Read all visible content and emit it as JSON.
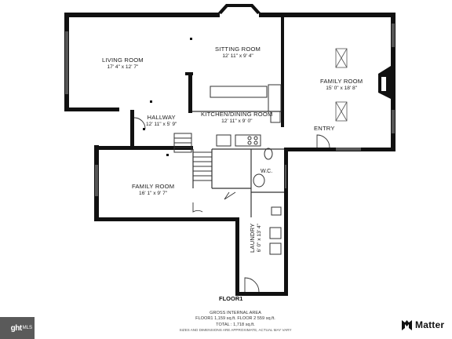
{
  "rooms": {
    "living_room": {
      "name": "LIVING ROOM",
      "dims": "17' 4\" x 12' 7\""
    },
    "sitting_room": {
      "name": "SITTING ROOM",
      "dims": "12' 11\" x 9' 4\""
    },
    "family_room_right": {
      "name": "FAMILY ROOM",
      "dims": "15' 0\" x 18' 8\""
    },
    "hallway": {
      "name": "HALLWAY",
      "dims": "12' 11\" x 5' 9\""
    },
    "kitchen": {
      "name": "KITCHEN/DINING ROOM",
      "dims": "12' 11\" x 9' 0\""
    },
    "entry": {
      "name": "ENTRY"
    },
    "family_room_left": {
      "name": "FAMILY ROOM",
      "dims": "16' 1\" x 9' 7\""
    },
    "wc": {
      "name": "W.C."
    },
    "laundry": {
      "name": "LAUNDRY",
      "dims": "6' 0\" x 13' 4\""
    }
  },
  "floor_label": "FLOOR1",
  "area": {
    "title": "GROSS INTERNAL AREA",
    "floors": "FLOOR1 1,159 sq.ft.   FLOOR 2 559 sq.ft.",
    "total": "TOTAL : 1,718 sq.ft.",
    "disclaimer": "SIZES AND DIMENSIONS ARE APPROXIMATE, ACTUAL MAY VARY"
  },
  "watermark_left": {
    "fragment": "ght",
    "suffix": "MLS"
  },
  "watermark_right": {
    "brand": "Matter",
    "icon": "matterport-logo-icon"
  },
  "colors": {
    "wall": "#111111",
    "line": "#555555",
    "window": "#9a9a9a"
  }
}
